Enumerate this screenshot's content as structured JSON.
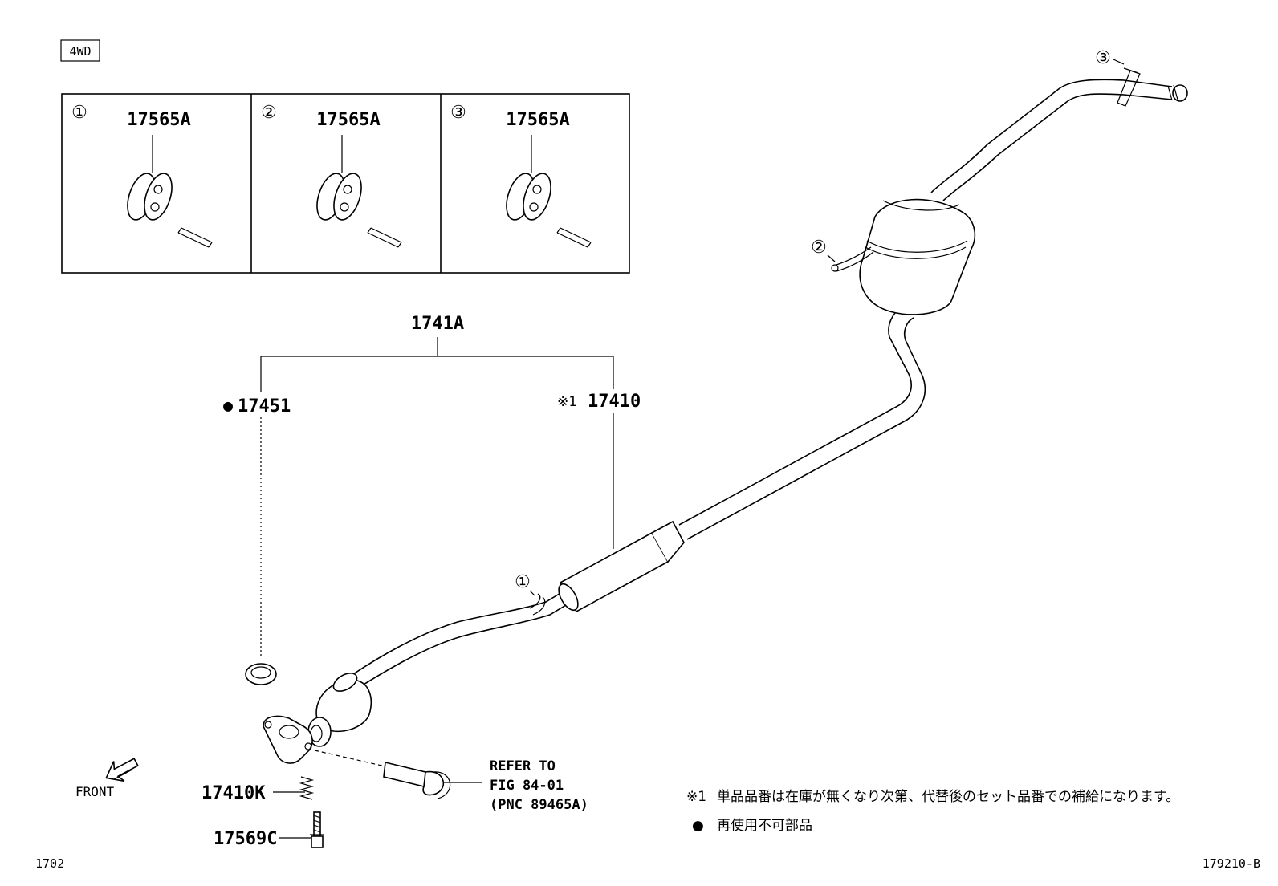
{
  "badge": "4WD",
  "insets": [
    {
      "marker": "①",
      "part": "17565A"
    },
    {
      "marker": "②",
      "part": "17565A"
    },
    {
      "marker": "③",
      "part": "17565A"
    }
  ],
  "callouts": {
    "marker_1": "①",
    "marker_2": "②",
    "marker_3": "③"
  },
  "labels": {
    "assembly": "1741A",
    "gasket_dot": "●",
    "gasket": "17451",
    "pipe_ref": "※1",
    "pipe": "17410",
    "spring": "17410K",
    "bolt": "17569C"
  },
  "refer": {
    "line1": "REFER TO",
    "line2": "FIG 84-01",
    "line3": "(PNC 89465A)"
  },
  "front_label": "FRONT",
  "notes": {
    "note1_mark": "※1",
    "note1_text": "単品品番は在庫が無くなり次第、代替後のセット品番での補給になります。",
    "note2_mark": "●",
    "note2_text": "再使用不可部品"
  },
  "page_code_left": "1702",
  "page_code_right": "179210-B"
}
